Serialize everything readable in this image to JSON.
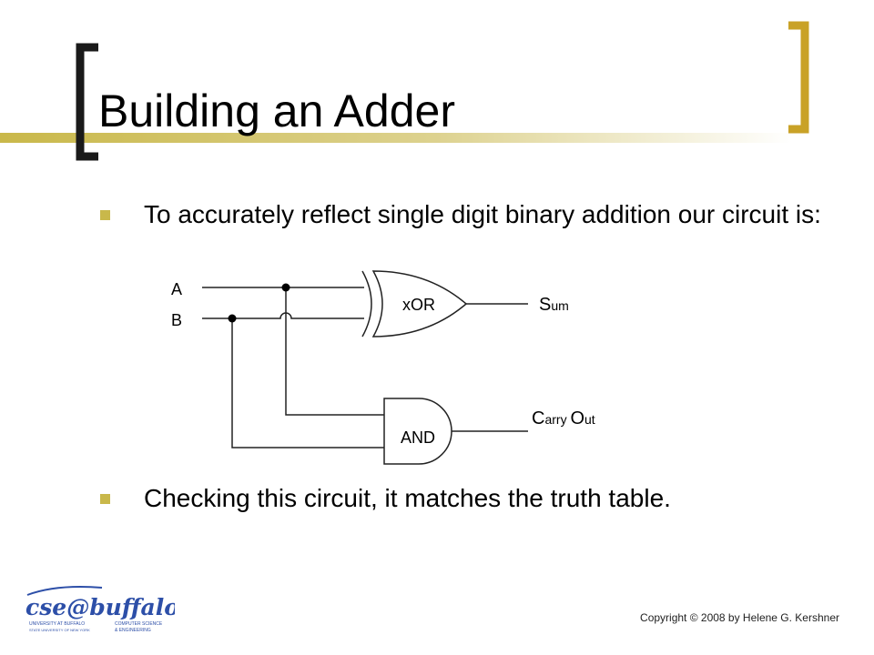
{
  "slide": {
    "title": "Building an Adder",
    "bullets": [
      "To accurately reflect single digit binary addition our circuit is:",
      "Checking this circuit, it matches the truth table."
    ],
    "copyright": "Copyright © 2008 by Helene G. Kershner"
  },
  "circuit": {
    "input_a": "A",
    "input_b": "B",
    "xor_label": "xOR",
    "and_label": "AND",
    "sum_cap": "S",
    "sum_rest": "um",
    "carry_cap1": "C",
    "carry_rest1": "arry ",
    "carry_cap2": "O",
    "carry_rest2": "ut"
  },
  "logo": {
    "wordmark": "cse@buffalo",
    "line1_left": "UNIVERSITY AT BUFFALO",
    "line2_left": "STATE UNIVERSITY OF NEW YORK",
    "line1_right": "COMPUTER SCIENCE",
    "line2_right": "& ENGINEERING"
  },
  "colors": {
    "bracket_dark": "#1a1a1a",
    "bracket_gold": "#c9a227",
    "accent_bar": "#c9b84a"
  }
}
